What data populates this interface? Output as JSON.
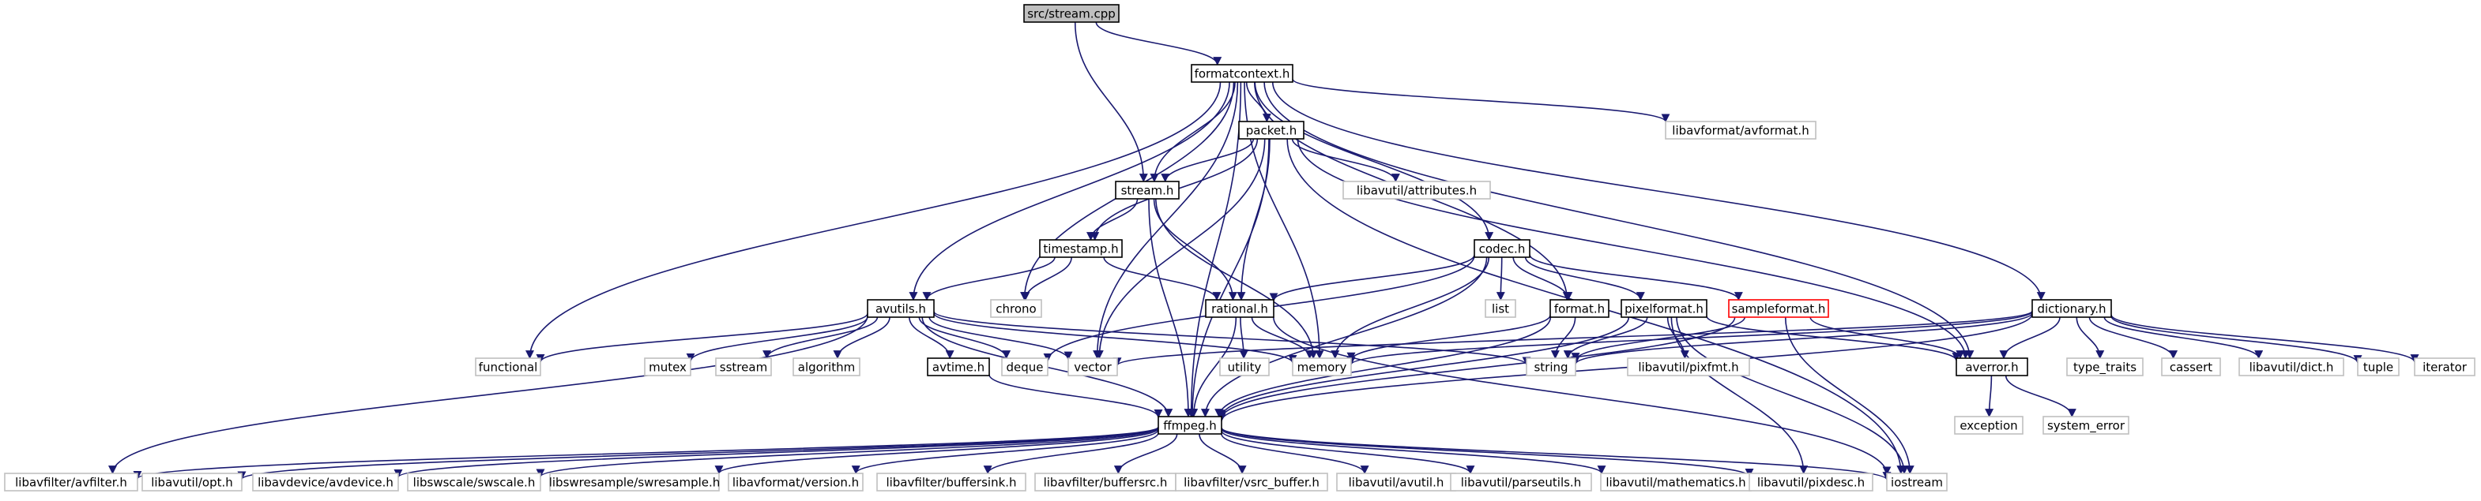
{
  "graph": {
    "colors": {
      "edge": "#191970",
      "root_fill": "#bfbfbf",
      "border_doc": "#000000",
      "border_ext": "#bfbfbf",
      "border_trunc": "#ff0000"
    },
    "nodes": [
      {
        "id": "stream_cpp",
        "label": "src/stream.cpp",
        "kind": "root"
      },
      {
        "id": "formatcontext_h",
        "label": "formatcontext.h",
        "kind": "doc"
      },
      {
        "id": "functional",
        "label": "functional",
        "kind": "ext"
      },
      {
        "id": "packet_h",
        "label": "packet.h",
        "kind": "doc"
      },
      {
        "id": "stream_h",
        "label": "stream.h",
        "kind": "doc"
      },
      {
        "id": "timestamp_h",
        "label": "timestamp.h",
        "kind": "doc"
      },
      {
        "id": "avutils_h",
        "label": "avutils.h",
        "kind": "doc"
      },
      {
        "id": "codec_h",
        "label": "codec.h",
        "kind": "doc"
      },
      {
        "id": "dictionary_h",
        "label": "dictionary.h",
        "kind": "doc"
      },
      {
        "id": "avformat_h",
        "label": "libavformat/avformat.h",
        "kind": "ext"
      },
      {
        "id": "attributes_h",
        "label": "libavutil/attributes.h",
        "kind": "ext"
      },
      {
        "id": "chrono",
        "label": "chrono",
        "kind": "ext"
      },
      {
        "id": "rational_h",
        "label": "rational.h",
        "kind": "doc"
      },
      {
        "id": "list",
        "label": "list",
        "kind": "ext"
      },
      {
        "id": "format_h",
        "label": "format.h",
        "kind": "doc"
      },
      {
        "id": "pixelformat_h",
        "label": "pixelformat.h",
        "kind": "doc"
      },
      {
        "id": "sampleformat_h",
        "label": "sampleformat.h",
        "kind": "trunc"
      },
      {
        "id": "mutex",
        "label": "mutex",
        "kind": "ext"
      },
      {
        "id": "sstream",
        "label": "sstream",
        "kind": "ext"
      },
      {
        "id": "algorithm",
        "label": "algorithm",
        "kind": "ext"
      },
      {
        "id": "avtime_h",
        "label": "avtime.h",
        "kind": "doc"
      },
      {
        "id": "deque",
        "label": "deque",
        "kind": "ext"
      },
      {
        "id": "vector",
        "label": "vector",
        "kind": "ext"
      },
      {
        "id": "utility",
        "label": "utility",
        "kind": "ext"
      },
      {
        "id": "memory",
        "label": "memory",
        "kind": "ext"
      },
      {
        "id": "string",
        "label": "string",
        "kind": "ext"
      },
      {
        "id": "pixfmt_h",
        "label": "libavutil/pixfmt.h",
        "kind": "ext"
      },
      {
        "id": "averror_h",
        "label": "averror.h",
        "kind": "doc"
      },
      {
        "id": "type_traits",
        "label": "type_traits",
        "kind": "ext"
      },
      {
        "id": "cassert",
        "label": "cassert",
        "kind": "ext"
      },
      {
        "id": "dict_h",
        "label": "libavutil/dict.h",
        "kind": "ext"
      },
      {
        "id": "tuple",
        "label": "tuple",
        "kind": "ext"
      },
      {
        "id": "iterator",
        "label": "iterator",
        "kind": "ext"
      },
      {
        "id": "ffmpeg_h",
        "label": "ffmpeg.h",
        "kind": "doc"
      },
      {
        "id": "exception",
        "label": "exception",
        "kind": "ext"
      },
      {
        "id": "system_error",
        "label": "system_error",
        "kind": "ext"
      },
      {
        "id": "avfilter_h",
        "label": "libavfilter/avfilter.h",
        "kind": "ext"
      },
      {
        "id": "opt_h",
        "label": "libavutil/opt.h",
        "kind": "ext"
      },
      {
        "id": "avdevice_h",
        "label": "libavdevice/avdevice.h",
        "kind": "ext"
      },
      {
        "id": "swscale_h",
        "label": "libswscale/swscale.h",
        "kind": "ext"
      },
      {
        "id": "swresample_h",
        "label": "libswresample/swresample.h",
        "kind": "ext"
      },
      {
        "id": "version_h",
        "label": "libavformat/version.h",
        "kind": "ext"
      },
      {
        "id": "buffersink_h",
        "label": "libavfilter/buffersink.h",
        "kind": "ext"
      },
      {
        "id": "buffersrc_h",
        "label": "libavfilter/buffersrc.h",
        "kind": "ext"
      },
      {
        "id": "vsrc_buffer_h",
        "label": "libavfilter/vsrc_buffer.h",
        "kind": "ext"
      },
      {
        "id": "avutil_h",
        "label": "libavutil/avutil.h",
        "kind": "ext"
      },
      {
        "id": "parseutils_h",
        "label": "libavutil/parseutils.h",
        "kind": "ext"
      },
      {
        "id": "mathematics_h",
        "label": "libavutil/mathematics.h",
        "kind": "ext"
      },
      {
        "id": "pixdesc_h",
        "label": "libavutil/pixdesc.h",
        "kind": "ext"
      },
      {
        "id": "iostream",
        "label": "iostream",
        "kind": "ext"
      }
    ],
    "edges": [
      [
        "stream_cpp",
        "formatcontext_h"
      ],
      [
        "stream_cpp",
        "stream_h"
      ],
      [
        "formatcontext_h",
        "functional"
      ],
      [
        "formatcontext_h",
        "packet_h"
      ],
      [
        "formatcontext_h",
        "stream_h"
      ],
      [
        "formatcontext_h",
        "chrono"
      ],
      [
        "formatcontext_h",
        "avutils_h"
      ],
      [
        "formatcontext_h",
        "vector"
      ],
      [
        "formatcontext_h",
        "memory"
      ],
      [
        "formatcontext_h",
        "ffmpeg_h"
      ],
      [
        "formatcontext_h",
        "codec_h"
      ],
      [
        "formatcontext_h",
        "format_h"
      ],
      [
        "formatcontext_h",
        "avformat_h"
      ],
      [
        "formatcontext_h",
        "averror_h"
      ],
      [
        "formatcontext_h",
        "dictionary_h"
      ],
      [
        "packet_h",
        "stream_h"
      ],
      [
        "packet_h",
        "timestamp_h"
      ],
      [
        "packet_h",
        "attributes_h"
      ],
      [
        "packet_h",
        "rational_h"
      ],
      [
        "packet_h",
        "vector"
      ],
      [
        "packet_h",
        "ffmpeg_h"
      ],
      [
        "packet_h",
        "averror_h"
      ],
      [
        "packet_h",
        "iostream"
      ],
      [
        "stream_h",
        "timestamp_h"
      ],
      [
        "stream_h",
        "rational_h"
      ],
      [
        "stream_h",
        "memory"
      ],
      [
        "stream_h",
        "ffmpeg_h"
      ],
      [
        "timestamp_h",
        "chrono"
      ],
      [
        "timestamp_h",
        "avutils_h"
      ],
      [
        "timestamp_h",
        "rational_h"
      ],
      [
        "avutils_h",
        "functional"
      ],
      [
        "avutils_h",
        "mutex"
      ],
      [
        "avutils_h",
        "sstream"
      ],
      [
        "avutils_h",
        "algorithm"
      ],
      [
        "avutils_h",
        "avtime_h"
      ],
      [
        "avutils_h",
        "deque"
      ],
      [
        "avutils_h",
        "vector"
      ],
      [
        "avutils_h",
        "memory"
      ],
      [
        "avutils_h",
        "string"
      ],
      [
        "avutils_h",
        "ffmpeg_h"
      ],
      [
        "avutils_h",
        "avfilter_h"
      ],
      [
        "avtime_h",
        "ffmpeg_h"
      ],
      [
        "rational_h",
        "utility"
      ],
      [
        "rational_h",
        "memory"
      ],
      [
        "rational_h",
        "ffmpeg_h"
      ],
      [
        "rational_h",
        "iostream"
      ],
      [
        "codec_h",
        "list"
      ],
      [
        "codec_h",
        "rational_h"
      ],
      [
        "codec_h",
        "deque"
      ],
      [
        "codec_h",
        "memory"
      ],
      [
        "codec_h",
        "format_h"
      ],
      [
        "codec_h",
        "pixelformat_h"
      ],
      [
        "codec_h",
        "sampleformat_h"
      ],
      [
        "codec_h",
        "ffmpeg_h"
      ],
      [
        "format_h",
        "string"
      ],
      [
        "format_h",
        "memory"
      ],
      [
        "format_h",
        "ffmpeg_h"
      ],
      [
        "pixelformat_h",
        "string"
      ],
      [
        "pixelformat_h",
        "pixfmt_h"
      ],
      [
        "pixelformat_h",
        "averror_h"
      ],
      [
        "pixelformat_h",
        "ffmpeg_h"
      ],
      [
        "pixelformat_h",
        "pixdesc_h"
      ],
      [
        "pixelformat_h",
        "iostream"
      ],
      [
        "sampleformat_h",
        "string"
      ],
      [
        "sampleformat_h",
        "averror_h"
      ],
      [
        "sampleformat_h",
        "ffmpeg_h"
      ],
      [
        "sampleformat_h",
        "iostream"
      ],
      [
        "dictionary_h",
        "memory"
      ],
      [
        "dictionary_h",
        "string"
      ],
      [
        "dictionary_h",
        "averror_h"
      ],
      [
        "dictionary_h",
        "type_traits"
      ],
      [
        "dictionary_h",
        "cassert"
      ],
      [
        "dictionary_h",
        "dict_h"
      ],
      [
        "dictionary_h",
        "tuple"
      ],
      [
        "dictionary_h",
        "iterator"
      ],
      [
        "dictionary_h",
        "ffmpeg_h"
      ],
      [
        "dictionary_h",
        "vector"
      ],
      [
        "averror_h",
        "exception"
      ],
      [
        "averror_h",
        "system_error"
      ],
      [
        "ffmpeg_h",
        "avfilter_h"
      ],
      [
        "ffmpeg_h",
        "opt_h"
      ],
      [
        "ffmpeg_h",
        "avdevice_h"
      ],
      [
        "ffmpeg_h",
        "swscale_h"
      ],
      [
        "ffmpeg_h",
        "swresample_h"
      ],
      [
        "ffmpeg_h",
        "version_h"
      ],
      [
        "ffmpeg_h",
        "buffersink_h"
      ],
      [
        "ffmpeg_h",
        "buffersrc_h"
      ],
      [
        "ffmpeg_h",
        "vsrc_buffer_h"
      ],
      [
        "ffmpeg_h",
        "avutil_h"
      ],
      [
        "ffmpeg_h",
        "parseutils_h"
      ],
      [
        "ffmpeg_h",
        "mathematics_h"
      ],
      [
        "ffmpeg_h",
        "pixdesc_h"
      ],
      [
        "ffmpeg_h",
        "iostream"
      ]
    ]
  }
}
